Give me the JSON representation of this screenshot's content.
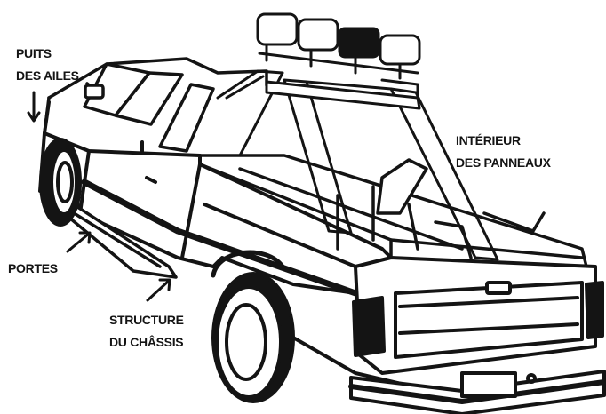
{
  "labels": {
    "wheel_wells": {
      "line1": "PUITS",
      "line2": "DES AILES"
    },
    "panels_interior": {
      "line1": "INTÉRIEUR",
      "line2": "DES PANNEAUX"
    },
    "doors": {
      "line1": "PORTES"
    },
    "chassis_frame": {
      "line1": "STRUCTURE",
      "line2": "DU CHÂSSIS"
    }
  },
  "colors": {
    "ink": "#141414",
    "paper": "#ffffff"
  }
}
